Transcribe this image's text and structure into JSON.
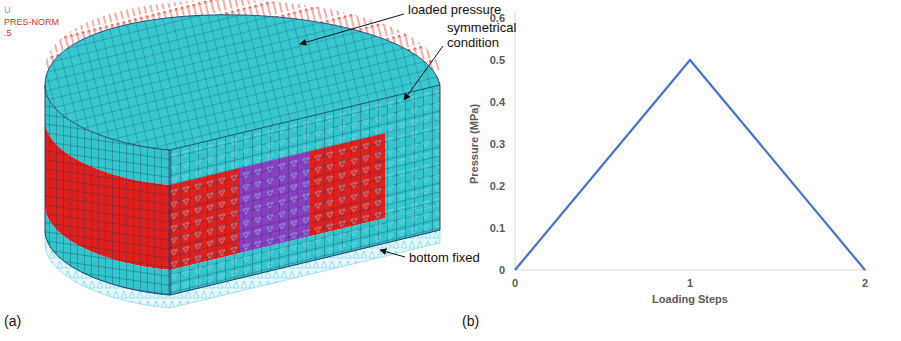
{
  "diagram": {
    "labels": [
      "U",
      "PRES-NORM",
      ".5",
      "loaded pressure",
      "symmetrical condition",
      "bottom fixed",
      "(a)",
      "0.6",
      "0.5",
      "0.4",
      "0.3",
      "0.2",
      "0.1",
      "0",
      "Pressure (MPa)",
      "0",
      "1",
      "2",
      "Loading Steps",
      "(b)"
    ]
  }
}
